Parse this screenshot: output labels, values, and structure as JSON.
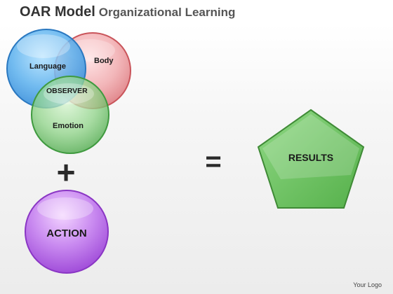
{
  "title": {
    "main": "OAR Model",
    "sub": "Organizational Learning"
  },
  "circles": {
    "language": {
      "label": "Language",
      "color": "#4aa3e8"
    },
    "body": {
      "label": "Body",
      "color": "#e8888c"
    },
    "emotion": {
      "label": "Emotion",
      "color": "#6cc070"
    },
    "observer": {
      "label": "OBSERVER"
    }
  },
  "operators": {
    "plus": "+",
    "equals": "="
  },
  "action": {
    "label": "ACTION",
    "color": "#b565e0"
  },
  "results": {
    "label": "RESULTS",
    "color": "#6fc262"
  },
  "footer": {
    "logo": "Your Logo"
  }
}
